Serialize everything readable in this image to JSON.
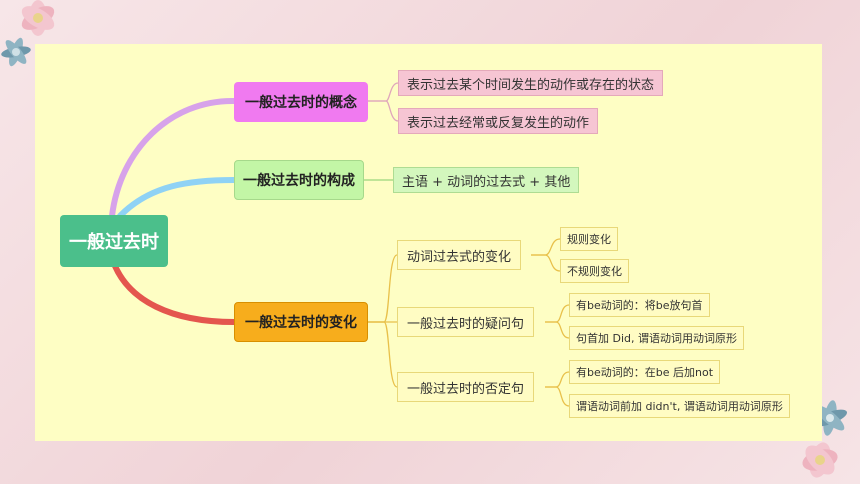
{
  "root": {
    "label": "一般过去时"
  },
  "concept": {
    "label": "一般过去时的概念",
    "items": [
      "表示过去某个时间发生的动作或存在的状态",
      "表示过去经常或反复发生的动作"
    ]
  },
  "structure": {
    "label": "一般过去时的构成",
    "items": [
      "主语 + 动词的过去式 + 其他"
    ]
  },
  "changes": {
    "label": "一般过去时的变化",
    "sub": [
      {
        "label": "动词过去式的变化",
        "items": [
          "规则变化",
          "不规则变化"
        ]
      },
      {
        "label": "一般过去时的疑问句",
        "items": [
          "有be动词的：将be放句首",
          "句首加 Did, 谓语动词用动词原形"
        ]
      },
      {
        "label": "一般过去时的否定句",
        "items": [
          "有be动词的：在be 后加not",
          "谓语动词前加 didn't, 谓语动词用动词原形"
        ]
      }
    ]
  },
  "colors": {
    "root": "#4bbf8b",
    "concept": "#f07af0",
    "structure": "#c3f6a6",
    "changes": "#f7ad1c",
    "panel": "#fefec4"
  }
}
